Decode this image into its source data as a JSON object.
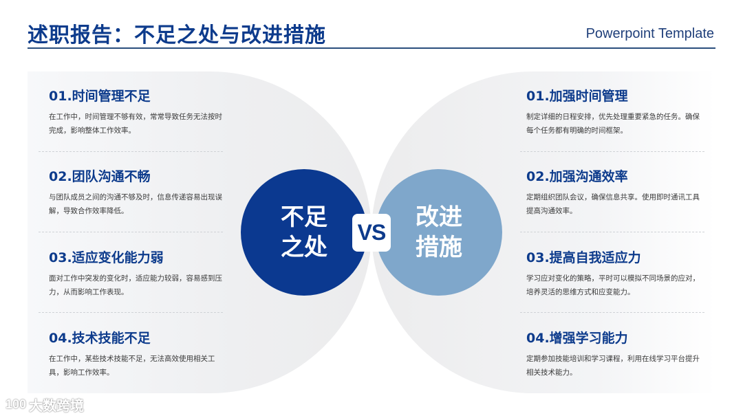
{
  "header": {
    "title": "述职报告：不足之处与改进措施",
    "subtitle": "Powerpoint Template"
  },
  "left": {
    "circle_line1": "不足",
    "circle_line2": "之处",
    "items": [
      {
        "title": "01.时间管理不足",
        "desc": "在工作中，时间管理不够有效，常常导致任务无法按时完成，影响整体工作效率。"
      },
      {
        "title": "02.团队沟通不畅",
        "desc": "与团队成员之间的沟通不够及时，信息传递容易出现误解，导致合作效率降低。"
      },
      {
        "title": "03.适应变化能力弱",
        "desc": "面对工作中突发的变化时，适应能力较弱，容易感到压力，从而影响工作表现。"
      },
      {
        "title": "04.技术技能不足",
        "desc": "在工作中，某些技术技能不足，无法高效使用相关工具，影响工作效率。"
      }
    ]
  },
  "right": {
    "circle_line1": "改进",
    "circle_line2": "措施",
    "items": [
      {
        "title": "01.加强时间管理",
        "desc": "制定详细的日程安排，优先处理重要紧急的任务。确保每个任务都有明确的时间框架。"
      },
      {
        "title": "02.加强沟通效率",
        "desc": "定期组织团队会议，确保信息共享。使用即时通讯工具提高沟通效率。"
      },
      {
        "title": "03.提高自我适应力",
        "desc": "学习应对变化的策略，平时可以模拟不同场景的应对，培养灵活的思维方式和应变能力。"
      },
      {
        "title": "04.增强学习能力",
        "desc": "定期参加技能培训和学习课程，利用在线学习平台提升相关技术能力。"
      }
    ]
  },
  "vs_label": "VS",
  "watermark": {
    "logo": "100",
    "text": "大数跨境"
  },
  "colors": {
    "primary": "#0b3990",
    "secondary": "#7fa7cb",
    "title": "#0d3b8c",
    "panel": "#ededee"
  }
}
